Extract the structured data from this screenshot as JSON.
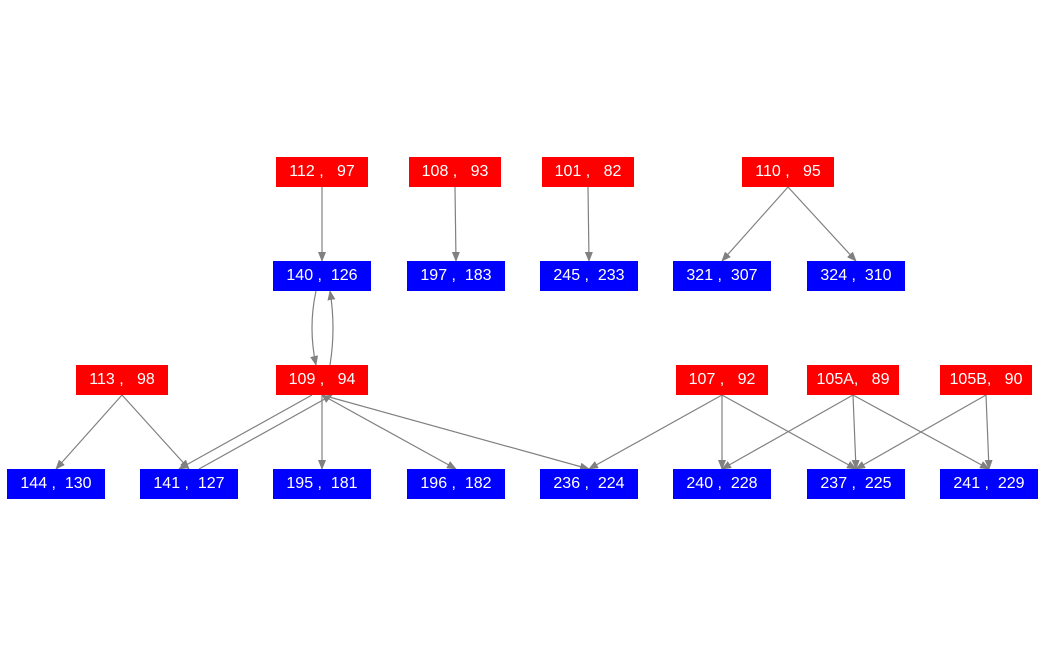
{
  "diagram": {
    "colors": {
      "source_node": "#ff0000",
      "target_node": "#0000ff",
      "edge": "#808080",
      "text": "#ffffff"
    },
    "nodes": {
      "n112_97": "112 ,   97",
      "n108_93": "108 ,   93",
      "n101_82": "101 ,   82",
      "n110_95": "110 ,   95",
      "n140_126": "140 ,  126",
      "n197_183": "197 ,  183",
      "n245_233": "245 ,  233",
      "n321_307": "321 ,  307",
      "n324_310": "324 ,  310",
      "n113_98": "113 ,   98",
      "n109_94": "109 ,   94",
      "n107_92": "107 ,   92",
      "n105A_89": "105A,   89",
      "n105B_90": "105B,   90",
      "n144_130": "144 ,  130",
      "n141_127": "141 ,  127",
      "n195_181": "195 ,  181",
      "n196_182": "196 ,  182",
      "n236_224": "236 ,  224",
      "n240_228": "240 ,  228",
      "n237_225": "237 ,  225",
      "n241_229": "241 ,  229"
    },
    "edges": [
      {
        "from": "n112_97",
        "to": "n140_126"
      },
      {
        "from": "n108_93",
        "to": "n197_183"
      },
      {
        "from": "n101_82",
        "to": "n245_233"
      },
      {
        "from": "n110_95",
        "to": "n321_307"
      },
      {
        "from": "n110_95",
        "to": "n324_310"
      },
      {
        "from": "n140_126",
        "to": "n109_94"
      },
      {
        "from": "n109_94",
        "to": "n140_126"
      },
      {
        "from": "n113_98",
        "to": "n144_130"
      },
      {
        "from": "n113_98",
        "to": "n141_127"
      },
      {
        "from": "n109_94",
        "to": "n141_127"
      },
      {
        "from": "n141_127",
        "to": "n109_94"
      },
      {
        "from": "n109_94",
        "to": "n195_181"
      },
      {
        "from": "n109_94",
        "to": "n196_182"
      },
      {
        "from": "n109_94",
        "to": "n236_224"
      },
      {
        "from": "n107_92",
        "to": "n236_224"
      },
      {
        "from": "n107_92",
        "to": "n240_228"
      },
      {
        "from": "n107_92",
        "to": "n237_225"
      },
      {
        "from": "n105A_89",
        "to": "n240_228"
      },
      {
        "from": "n105A_89",
        "to": "n237_225"
      },
      {
        "from": "n105A_89",
        "to": "n241_229"
      },
      {
        "from": "n105B_90",
        "to": "n237_225"
      },
      {
        "from": "n105B_90",
        "to": "n241_229"
      }
    ]
  }
}
